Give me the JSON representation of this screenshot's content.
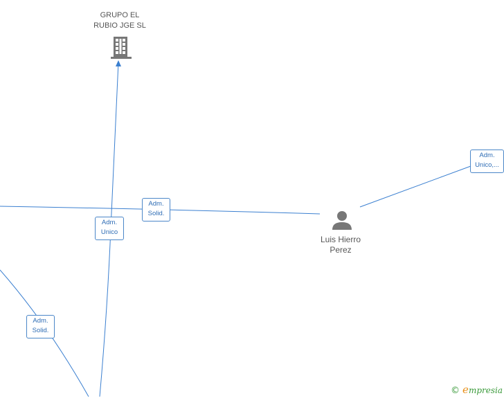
{
  "nodes": {
    "company": {
      "line1": "GRUPO EL",
      "line2": "RUBIO JGE  SL",
      "icon": "building-icon"
    },
    "person": {
      "line1": "Luis Hierro",
      "line2": "Perez",
      "icon": "person-icon"
    }
  },
  "edge_labels": [
    {
      "line1": "Adm.",
      "line2": "Solid."
    },
    {
      "line1": "Adm.",
      "line2": "Unico"
    },
    {
      "line1": "Adm.",
      "line2": "Unico,..."
    },
    {
      "line1": "Adm.",
      "line2": "Solid."
    }
  ],
  "brand": {
    "copyright": "©",
    "first_letter": "e",
    "rest": "mpresia"
  },
  "colors": {
    "edge": "#3a7fd0",
    "label_border": "#4a86c8",
    "label_text": "#2f6db5",
    "node_text": "#555555",
    "icon": "#777777",
    "brand": "#3a9a3a",
    "brand_accent": "#e8901c"
  }
}
